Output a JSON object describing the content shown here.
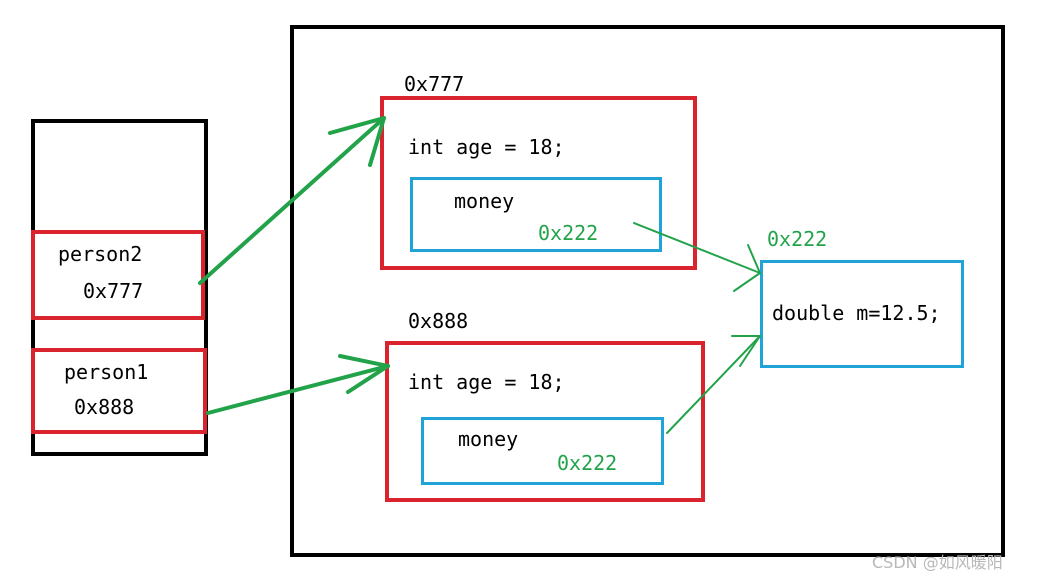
{
  "colors": {
    "frame": "#000000",
    "object_box": "#d9242e",
    "field_box": "#1fa3d9",
    "arrow": "#22a34a",
    "address_text": "#22a34a"
  },
  "stack": {
    "person2": {
      "name": "person2",
      "address": "0x777"
    },
    "person1": {
      "name": "person1",
      "address": "0x888"
    }
  },
  "heap": {
    "object_777": {
      "address": "0x777",
      "field_age": "int age = 18;",
      "money": {
        "label": "money",
        "ref": "0x222"
      }
    },
    "object_888": {
      "address": "0x888",
      "field_age": "int age = 18;",
      "money": {
        "label": "money",
        "ref": "0x222"
      }
    },
    "shared_object": {
      "address": "0x222",
      "content": "double m=12.5;"
    }
  },
  "watermark": "CSDN @如风暖阳"
}
